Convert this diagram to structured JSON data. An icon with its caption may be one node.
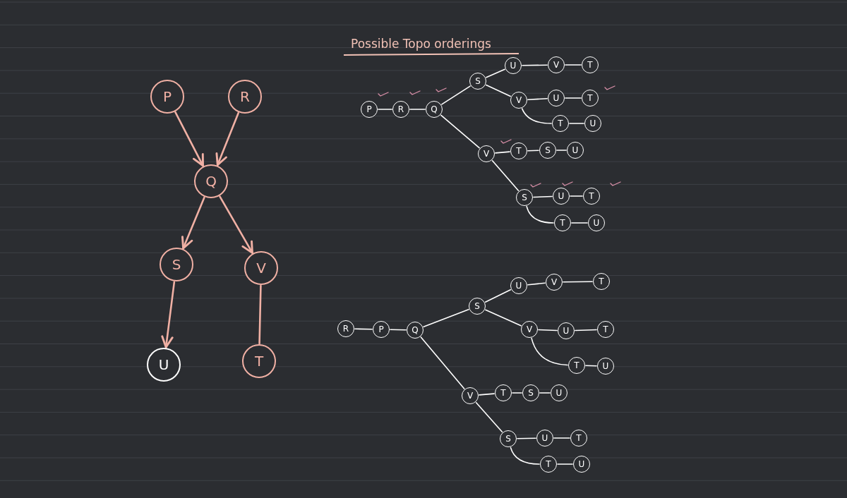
{
  "diagram": {
    "title": "Possible Topo orderings",
    "nodes": [
      {
        "text": [
          "P"
        ]
      },
      {
        "text": [
          "R"
        ]
      },
      {
        "text": [
          "Q"
        ]
      },
      {
        "text": [
          "S"
        ]
      },
      {
        "text": [
          "V"
        ]
      },
      {
        "text": [
          "U"
        ]
      },
      {
        "text": [
          "T"
        ]
      },
      {
        "text": [
          "P"
        ]
      },
      {
        "text": [
          "R"
        ]
      },
      {
        "text": [
          "Q"
        ]
      },
      {
        "text": [
          "S"
        ]
      },
      {
        "text": [
          "U"
        ]
      },
      {
        "text": [
          "V"
        ]
      },
      {
        "text": [
          "T"
        ]
      },
      {
        "text": [
          "V"
        ]
      },
      {
        "text": [
          "U"
        ]
      },
      {
        "text": [
          "T"
        ]
      },
      {
        "text": [
          "T"
        ]
      },
      {
        "text": [
          "U"
        ]
      },
      {
        "text": [
          "V"
        ]
      },
      {
        "text": [
          "T"
        ]
      },
      {
        "text": [
          "S"
        ]
      },
      {
        "text": [
          "U"
        ]
      },
      {
        "text": [
          "S"
        ]
      },
      {
        "text": [
          "U"
        ]
      },
      {
        "text": [
          "T"
        ]
      },
      {
        "text": [
          "T"
        ]
      },
      {
        "text": [
          "U"
        ]
      },
      {
        "text": [
          "R"
        ]
      },
      {
        "text": [
          "P"
        ]
      },
      {
        "text": [
          "Q"
        ]
      },
      {
        "text": [
          "S"
        ]
      },
      {
        "text": [
          "U"
        ]
      },
      {
        "text": [
          "V"
        ]
      },
      {
        "text": [
          "T"
        ]
      },
      {
        "text": [
          "V"
        ]
      },
      {
        "text": [
          "U"
        ]
      },
      {
        "text": [
          "T"
        ]
      },
      {
        "text": [
          "T"
        ]
      },
      {
        "text": [
          "U"
        ]
      },
      {
        "text": [
          "V"
        ]
      },
      {
        "text": [
          "T"
        ]
      },
      {
        "text": [
          "S"
        ]
      },
      {
        "text": [
          "U"
        ]
      },
      {
        "text": [
          "S"
        ]
      },
      {
        "text": [
          "U"
        ]
      },
      {
        "text": [
          "T"
        ]
      },
      {
        "text": [
          "T"
        ]
      },
      {
        "text": [
          "U"
        ]
      }
    ],
    "edges": [
      {
        "from": 0,
        "to": 2,
        "arrow": "to",
        "color": "#f0b0a4"
      },
      {
        "from": 1,
        "to": 2,
        "arrow": "to",
        "color": "#f0b0a4"
      },
      {
        "from": 2,
        "to": 3,
        "arrow": "to",
        "color": "#f0b0a4"
      },
      {
        "from": 2,
        "to": 4,
        "arrow": "to",
        "color": "#f0b0a4"
      },
      {
        "from": 3,
        "to": 5,
        "arrow": "to",
        "color": "#f0b0a4"
      },
      {
        "from": 4,
        "to": 6,
        "arrow": "none",
        "color": "#f0b0a4"
      },
      {
        "from": 7,
        "to": 8,
        "arrow": "none"
      },
      {
        "from": 8,
        "to": 9,
        "arrow": "none"
      },
      {
        "from": 9,
        "to": 10,
        "arrow": "none"
      },
      {
        "from": 10,
        "to": 11,
        "arrow": "none"
      },
      {
        "from": 11,
        "to": 12,
        "arrow": "none"
      },
      {
        "from": 12,
        "to": 13,
        "arrow": "none"
      },
      {
        "from": 10,
        "to": 14,
        "arrow": "none"
      },
      {
        "from": 14,
        "to": 15,
        "arrow": "none"
      },
      {
        "from": 15,
        "to": 16,
        "arrow": "none"
      },
      {
        "from": 14,
        "to": 17,
        "arrow": "none"
      },
      {
        "from": 17,
        "to": 18,
        "arrow": "none"
      },
      {
        "from": 9,
        "to": 19,
        "arrow": "none"
      },
      {
        "from": 19,
        "to": 20,
        "arrow": "none"
      },
      {
        "from": 20,
        "to": 21,
        "arrow": "none"
      },
      {
        "from": 21,
        "to": 22,
        "arrow": "none"
      },
      {
        "from": 19,
        "to": 23,
        "arrow": "none"
      },
      {
        "from": 23,
        "to": 24,
        "arrow": "none"
      },
      {
        "from": 24,
        "to": 25,
        "arrow": "none"
      },
      {
        "from": 23,
        "to": 26,
        "arrow": "none"
      },
      {
        "from": 26,
        "to": 27,
        "arrow": "none"
      },
      {
        "from": 28,
        "to": 29,
        "arrow": "none"
      },
      {
        "from": 29,
        "to": 30,
        "arrow": "none"
      },
      {
        "from": 30,
        "to": 31,
        "arrow": "none"
      },
      {
        "from": 31,
        "to": 32,
        "arrow": "none"
      },
      {
        "from": 32,
        "to": 33,
        "arrow": "none"
      },
      {
        "from": 33,
        "to": 34,
        "arrow": "none"
      },
      {
        "from": 31,
        "to": 35,
        "arrow": "none"
      },
      {
        "from": 35,
        "to": 36,
        "arrow": "none"
      },
      {
        "from": 36,
        "to": 37,
        "arrow": "none"
      },
      {
        "from": 35,
        "to": 38,
        "arrow": "none"
      },
      {
        "from": 38,
        "to": 39,
        "arrow": "none"
      },
      {
        "from": 30,
        "to": 40,
        "arrow": "none"
      },
      {
        "from": 40,
        "to": 41,
        "arrow": "none"
      },
      {
        "from": 41,
        "to": 42,
        "arrow": "none"
      },
      {
        "from": 42,
        "to": 43,
        "arrow": "none"
      },
      {
        "from": 40,
        "to": 44,
        "arrow": "none"
      },
      {
        "from": 44,
        "to": 45,
        "arrow": "none"
      },
      {
        "from": 45,
        "to": 46,
        "arrow": "none"
      },
      {
        "from": 44,
        "to": 47,
        "arrow": "none"
      },
      {
        "from": 47,
        "to": 48,
        "arrow": "none"
      }
    ]
  }
}
